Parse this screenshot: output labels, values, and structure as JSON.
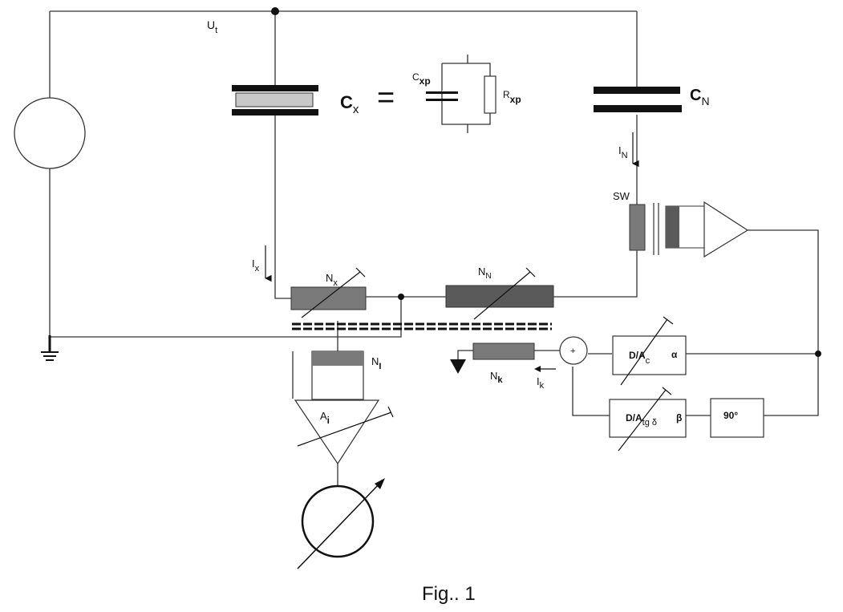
{
  "figure": {
    "caption": "Fig.. 1",
    "type": "circuit-schematic"
  },
  "labels": {
    "test_voltage": {
      "main": "U",
      "sub": "t"
    },
    "cx": {
      "main": "C",
      "sub": "x"
    },
    "equals": "=",
    "cxp": {
      "main": "C",
      "sub": "xp"
    },
    "rxp": {
      "main": "R",
      "sub": "xp"
    },
    "cn": {
      "main": "C",
      "sub": "N"
    },
    "in_current": {
      "main": "I",
      "sub": "N"
    },
    "sw": "SW",
    "ix_current": {
      "main": "I",
      "sub": "x"
    },
    "nx": {
      "main": "N",
      "sub": "x"
    },
    "nn": {
      "main": "N",
      "sub": "N"
    },
    "nk": {
      "main": "N",
      "sub": "k"
    },
    "ik_current": {
      "main": "I",
      "sub": "k"
    },
    "summer": "+",
    "dac_c": {
      "main": "D/A",
      "sub": "c",
      "param": "α"
    },
    "dac_tg": {
      "main": "D/A",
      "sub": "tg δ",
      "param": "β"
    },
    "phase_shift": "90°",
    "ni": {
      "main": "N",
      "sub": "I"
    },
    "amp_i": {
      "main": "A",
      "sub": "i"
    }
  },
  "colors": {
    "wire": "#333333",
    "plate": "#111111",
    "dielectric": "#c8c8c8",
    "winding_mid": "#7a7a7a",
    "winding_dark": "#5a5a5a"
  }
}
